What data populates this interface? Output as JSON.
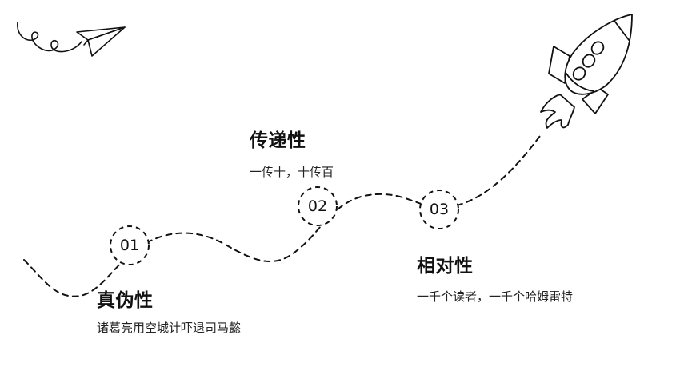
{
  "slide": {
    "background": "#ffffff",
    "line_color": "#111111"
  },
  "milestones": [
    {
      "number": "01",
      "title": "真伪性",
      "description": "诸葛亮用空城计吓退司马懿"
    },
    {
      "number": "02",
      "title": "传递性",
      "description": "一传十，十传百"
    },
    {
      "number": "03",
      "title": "相对性",
      "description": "一千个读者，一千个哈姆雷特"
    }
  ],
  "decorations": {
    "top_left": "paper-plane-icon",
    "top_right": "rocket-icon"
  }
}
